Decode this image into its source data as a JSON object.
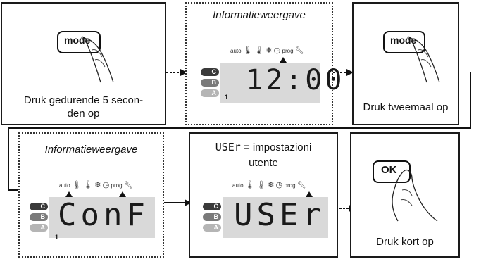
{
  "panels": {
    "p1": {
      "key_label": "mode",
      "text": "Druk gedurende 5 secon-\nden op"
    },
    "p2": {
      "title": "Informatieweergave",
      "display": "12:00",
      "sub": "1"
    },
    "p3": {
      "key_label": "mode",
      "text": "Druk tweemaal op"
    },
    "p4": {
      "title": "Informatieweergave",
      "display": "ConF",
      "sub": "1"
    },
    "p5": {
      "title_code": "USEr",
      "title_rest": " = impostazioni",
      "title_line2": "utente",
      "display": "USEr"
    },
    "p6": {
      "key_label": "OK",
      "text": "Druk kort op"
    }
  },
  "mode_buttons": [
    "C",
    "B",
    "A"
  ],
  "lcd_icons": {
    "auto": "auto",
    "prog": "prog",
    "items": [
      "thermometer-icon",
      "thermometer-icon",
      "snowflake-icon",
      "clock-icon",
      "wrench-icon"
    ]
  },
  "colors": {
    "lcd": "#d9d9d9",
    "mode_c": "#3a3a3a",
    "mode_b": "#7a7a7a",
    "mode_a": "#b5b5b5"
  }
}
